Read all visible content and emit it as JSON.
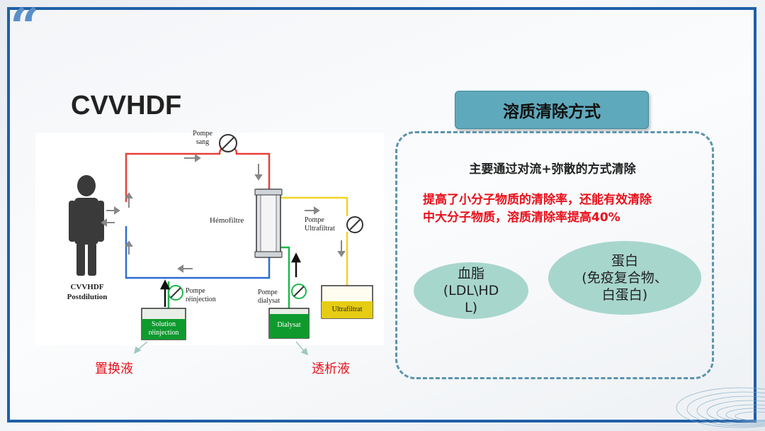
{
  "decor": {
    "quote_mark": "“"
  },
  "title": "CVVHDF",
  "diagram": {
    "labels": {
      "pompe_sang": [
        "Pompe",
        "sang"
      ],
      "hemofiltre": "Hémofiltre",
      "pompe_ultrafiltrat": [
        "Pompe",
        "Ultrafiltrat"
      ],
      "patient": [
        "CVVHDF",
        "Postdilution"
      ],
      "pompe_reinjection": [
        "Pompe",
        "réinjection"
      ],
      "pompe_dialysat": [
        "Pompe",
        "dialysat"
      ],
      "solution_reinjection": [
        "Solution",
        "réinjection"
      ],
      "dialysat": "Dialysat",
      "ultrafiltrat": "Ultrafiltrat"
    },
    "colors": {
      "arterial_line": "#e8403a",
      "venous_line": "#2e6bd6",
      "ultrafiltrate_line": "#f2d422",
      "dialysate_line": "#1db84a",
      "bag_green": "#0f9a2e",
      "bag_yellow": "#e6cc12"
    }
  },
  "captions": {
    "replacement_fluid": "置换液",
    "dialysate_fluid": "透析液"
  },
  "panel": {
    "heading": "溶质清除方式",
    "main_text": "主要通过对流+弥散的方式清除",
    "highlight_lines": [
      "提高了小分子物质的清除率，还能有效清除",
      "中大分子物质，溶质清除率提高40%"
    ],
    "ellipse_blood_lipid": [
      "血脂",
      "(LDL\\HD",
      "L)"
    ],
    "ellipse_protein": [
      "蛋白",
      "(免疫复合物、",
      "白蛋白)"
    ]
  }
}
